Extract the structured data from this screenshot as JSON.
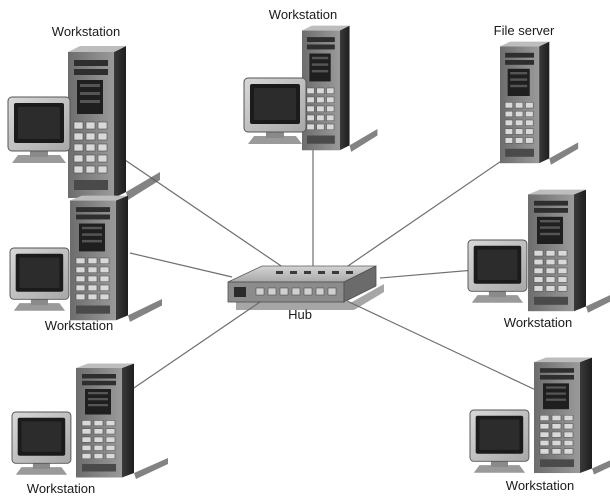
{
  "hub_label": "Hub",
  "nodes": [
    {
      "id": "ws-top-left",
      "label": "Workstation"
    },
    {
      "id": "ws-top-center",
      "label": "Workstation"
    },
    {
      "id": "file-server",
      "label": "File server"
    },
    {
      "id": "ws-mid-left",
      "label": "Workstation"
    },
    {
      "id": "ws-mid-right",
      "label": "Workstation"
    },
    {
      "id": "ws-bottom-left",
      "label": "Workstation"
    },
    {
      "id": "ws-bottom-right",
      "label": "Workstation"
    }
  ]
}
